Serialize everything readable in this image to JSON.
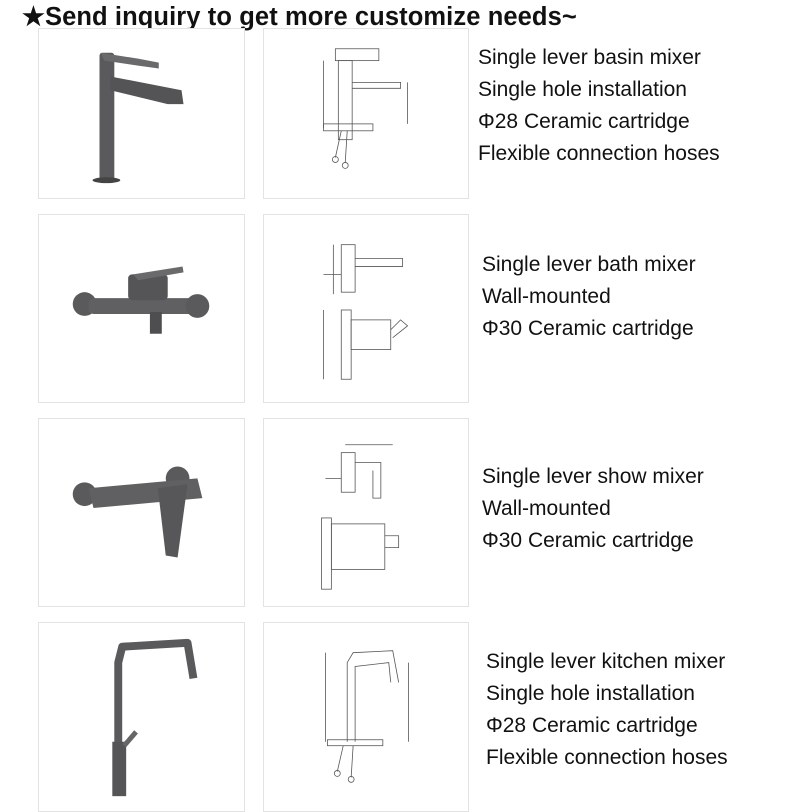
{
  "header": {
    "title": "★Send inquiry to get more customize needs~"
  },
  "products": [
    {
      "photo_icon": "basin-mixer-photo",
      "drawing_icon": "basin-mixer-drawing",
      "specs": [
        "Single lever basin mixer",
        "Single hole installation",
        "Φ28 Ceramic cartridge",
        "Flexible connection hoses"
      ]
    },
    {
      "photo_icon": "bath-mixer-photo",
      "drawing_icon": "bath-mixer-drawing",
      "specs": [
        "Single lever bath mixer",
        "Wall-mounted",
        "Φ30 Ceramic cartridge"
      ]
    },
    {
      "photo_icon": "shower-mixer-photo",
      "drawing_icon": "shower-mixer-drawing",
      "specs": [
        "Single lever show mixer",
        "Wall-mounted",
        "Φ30 Ceramic cartridge"
      ]
    },
    {
      "photo_icon": "kitchen-mixer-photo",
      "drawing_icon": "kitchen-mixer-drawing",
      "specs": [
        "Single lever kitchen mixer",
        "Single hole installation",
        "Φ28 Ceramic cartridge",
        "Flexible connection hoses"
      ]
    }
  ]
}
